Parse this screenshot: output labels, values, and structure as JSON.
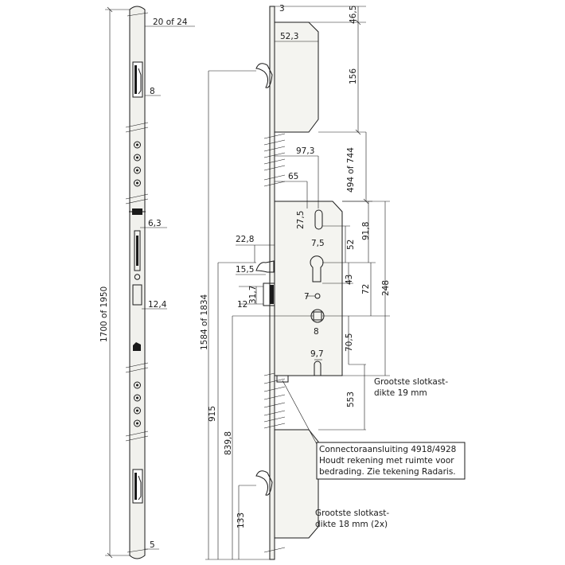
{
  "dimensions": {
    "strip_width": "20 of 24",
    "slot_top_offset": "8",
    "bolt_width": "6,3",
    "latch_width": "12,4",
    "bottom_offset": "5",
    "total_length": "1700 of 1950",
    "plate_offset": "3",
    "top_dist": "46,5",
    "hook_depth": "52,3",
    "hook_height": "156",
    "top_to_case": "494 of 744",
    "case_depth_97": "97,3",
    "case_depth_65": "65",
    "slot_height": "27,5",
    "slot_width": "7,5",
    "cyl_offset_91": "91,8",
    "cyl_offset_52": "52",
    "lever_22": "22,8",
    "lever_15": "15,5",
    "cyl_43": "43",
    "dim_72": "72",
    "dim_248": "248",
    "latch_31": "31,7",
    "latch_12": "12",
    "spindle_7": "7",
    "spindle_8": "8",
    "dim_70": "70,5",
    "dim_9": "9,7",
    "dim_553": "553",
    "dim_1584": "1584 of 1834",
    "dim_915": "915",
    "dim_839": "839,8",
    "dim_133": "133"
  },
  "notes": {
    "case_thickness_line1": "Grootste slotkast-",
    "case_thickness_line2": "dikte 19 mm",
    "connector_line1": "Connectoraansluiting 4918/4928",
    "connector_line2": "Houdt rekening met ruimte voor",
    "connector_line3": "bedrading. Zie tekening Radaris.",
    "hook_thickness_line1": "Grootste slotkast-",
    "hook_thickness_line2": "dikte 18 mm (2x)"
  }
}
